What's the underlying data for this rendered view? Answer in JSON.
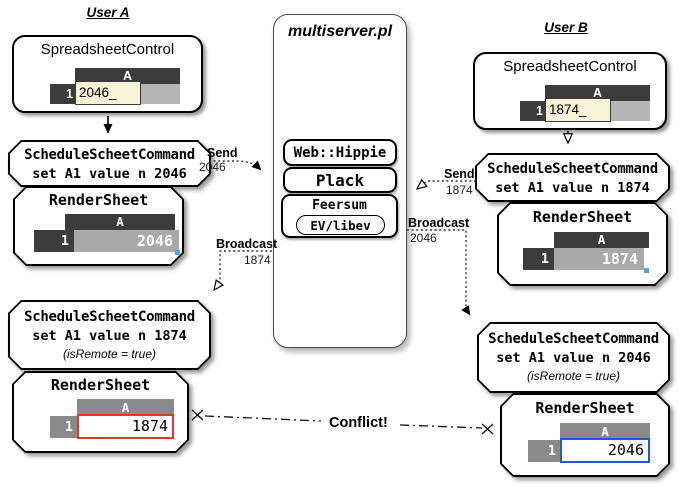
{
  "users": {
    "a": {
      "heading": "User A",
      "control": {
        "title": "SpreadsheetControl",
        "col": "A",
        "row": "1",
        "edit": "2046_"
      },
      "cmd1": {
        "title": "ScheduleScheetCommand",
        "body": "set A1 value n 2046"
      },
      "sheet1": {
        "title": "RenderSheet",
        "col": "A",
        "row": "1",
        "value": "2046"
      },
      "cmd2": {
        "title": "ScheduleScheetCommand",
        "body": "set A1 value n 1874",
        "note": "(isRemote = true)"
      },
      "sheet2": {
        "title": "RenderSheet",
        "col": "A",
        "row": "1",
        "value": "1874"
      }
    },
    "b": {
      "heading": "User B",
      "control": {
        "title": "SpreadsheetControl",
        "col": "A",
        "row": "1",
        "edit": "1874_"
      },
      "cmd1": {
        "title": "ScheduleScheetCommand",
        "body": "set A1 value n 1874"
      },
      "sheet1": {
        "title": "RenderSheet",
        "col": "A",
        "row": "1",
        "value": "1874"
      },
      "cmd2": {
        "title": "ScheduleScheetCommand",
        "body": "set A1 value n 2046",
        "note": "(isRemote = true)"
      },
      "sheet2": {
        "title": "RenderSheet",
        "col": "A",
        "row": "1",
        "value": "2046"
      }
    }
  },
  "server": {
    "title": "multiserver.pl",
    "layers": {
      "hippie": "Web::Hippie",
      "plack": "Plack",
      "feersum": "Feersum",
      "ev": "EV/libev"
    }
  },
  "flows": {
    "send_a": {
      "label": "Send",
      "value": "2046"
    },
    "broadcast_a": {
      "label": "Broadcast",
      "value": "1874"
    },
    "send_b": {
      "label": "Send",
      "value": "1874"
    },
    "broadcast_b": {
      "label": "Broadcast",
      "value": "2046"
    },
    "conflict": "Conflict!"
  },
  "colors": {
    "sheet_header_dark": "#3c3c3c",
    "sheet_value_gray": "#a9a9a9",
    "sheet_header_gray": "#8a8a8a",
    "edit_cell_bg": "#f7f3d6",
    "conflict_a_border": "#e0392b",
    "conflict_b_border": "#2458cf",
    "selection_handle_blue": "#4da6e8"
  }
}
